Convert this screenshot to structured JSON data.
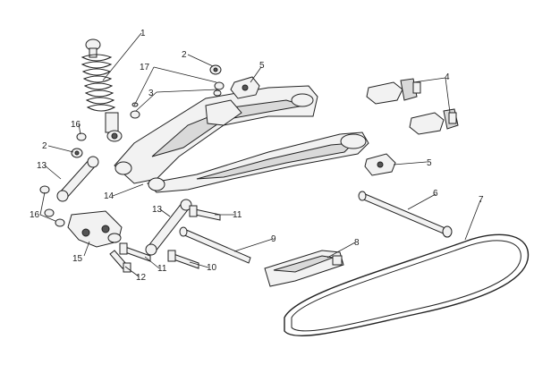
{
  "callouts": [
    {
      "id": "c1",
      "text": "1"
    },
    {
      "id": "c2a",
      "text": "2"
    },
    {
      "id": "c2b",
      "text": "2"
    },
    {
      "id": "c3",
      "text": "3"
    },
    {
      "id": "c4",
      "text": "4"
    },
    {
      "id": "c5a",
      "text": "5"
    },
    {
      "id": "c5b",
      "text": "5"
    },
    {
      "id": "c6",
      "text": "6"
    },
    {
      "id": "c7",
      "text": "7"
    },
    {
      "id": "c8",
      "text": "8"
    },
    {
      "id": "c9",
      "text": "9"
    },
    {
      "id": "c10",
      "text": "10"
    },
    {
      "id": "c11a",
      "text": "11"
    },
    {
      "id": "c11b",
      "text": "11"
    },
    {
      "id": "c12",
      "text": "12"
    },
    {
      "id": "c13a",
      "text": "13"
    },
    {
      "id": "c13b",
      "text": "13"
    },
    {
      "id": "c14",
      "text": "14"
    },
    {
      "id": "c15",
      "text": "15"
    },
    {
      "id": "c16a",
      "text": "16"
    },
    {
      "id": "c16b",
      "text": "16"
    },
    {
      "id": "c17",
      "text": "17"
    }
  ]
}
